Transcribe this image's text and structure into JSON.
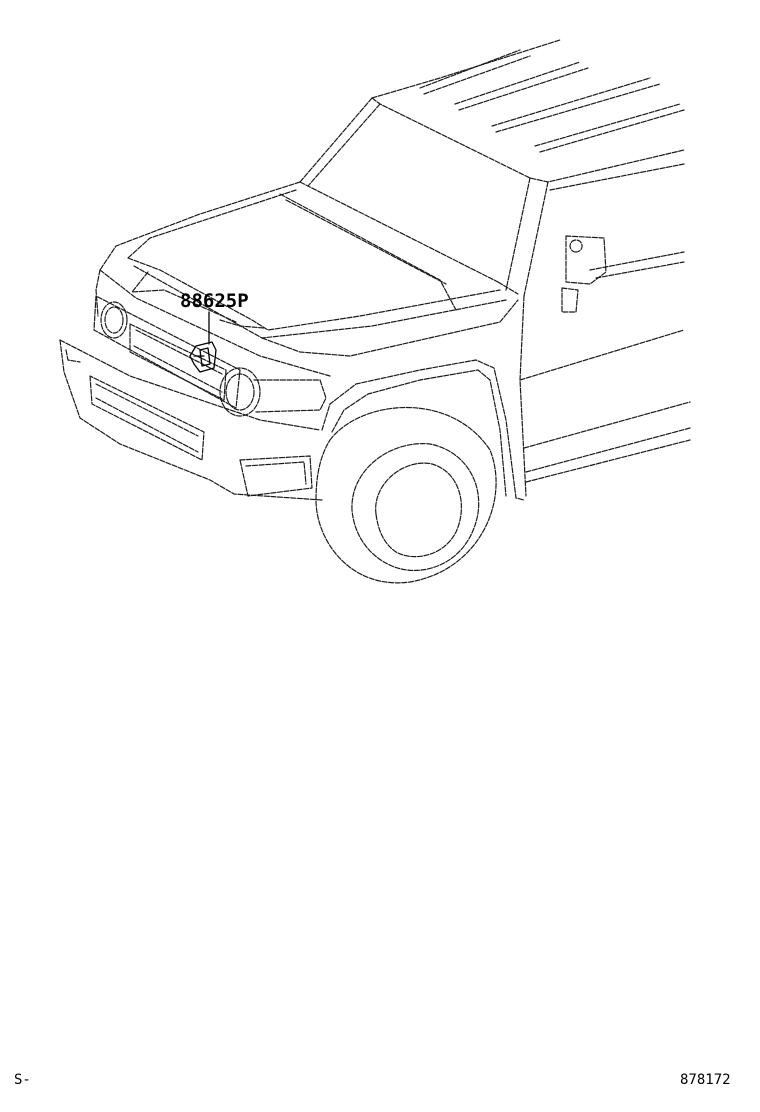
{
  "diagram": {
    "part_callout": "88625P",
    "page_code": "S-",
    "illustration_number": "878172"
  }
}
